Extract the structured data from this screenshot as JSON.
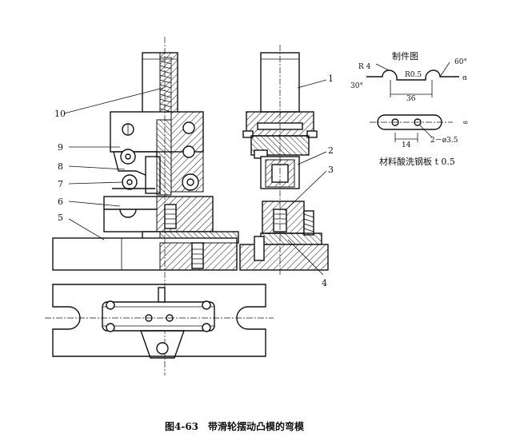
{
  "caption": "图4-63　带滑轮摆动凸模的弯模",
  "part_labels": [
    "10",
    "9",
    "8",
    "7",
    "6",
    "5",
    "1",
    "2",
    "3",
    "4"
  ],
  "part_drawing": {
    "title": "制件图",
    "dims": {
      "r_outer": "R 4",
      "r_inner": "R0.5",
      "angle_left": "30°",
      "angle_right": "60°",
      "width": "36",
      "hole_spacing": "14",
      "hole_spec": "2－ø3.5",
      "alpha": "α",
      "diam": "∞"
    },
    "material": "材料酸洗钢板 t 0.5"
  }
}
